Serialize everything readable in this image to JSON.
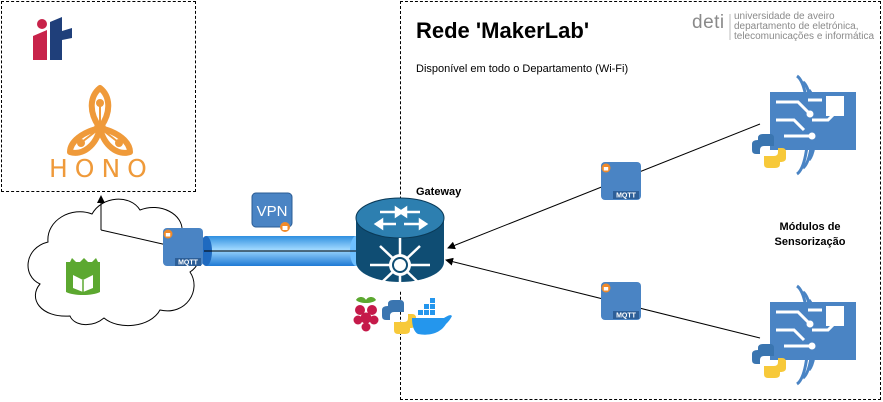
{
  "left_panel": {
    "it_logo": "it",
    "hono_label": "HONO"
  },
  "right_panel": {
    "title": "Rede 'MakerLab'",
    "subtitle": "Disponível em todo o Departamento (Wi-Fi)",
    "deti_word": "deti",
    "university_lines": [
      "universidade de aveiro",
      "departamento de eletrónica,",
      "telecomunicações e informática"
    ]
  },
  "gateway_label": "Gateway",
  "vpn_label": "VPN",
  "mqtt_label": "MQTT",
  "sensor_label_line1": "Módulos de",
  "sensor_label_line2": "Sensorização",
  "colors": {
    "router_blue": "#0f4d73",
    "mqtt_blue": "#4a84c4",
    "tunnel_blue": "#5ab4f0",
    "hono_orange": "#ef9a3a",
    "it_navy": "#1f3f7a",
    "it_red": "#c8234a",
    "cloud_green": "#5ca830"
  },
  "icons": [
    "it-logo-icon",
    "hono-logo-icon",
    "cloud-icon",
    "green-app-icon",
    "vpn-icon",
    "router-icon",
    "raspberry-pi-icon",
    "python-icon",
    "docker-icon",
    "circuit-board-icon",
    "lock-icon"
  ]
}
